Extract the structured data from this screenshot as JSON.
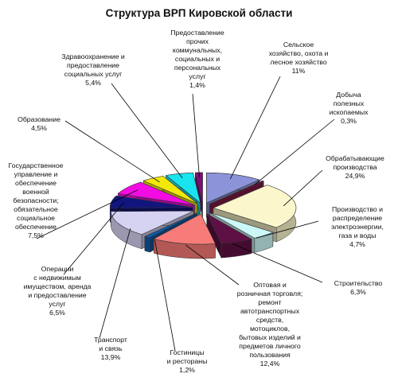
{
  "chart_data": {
    "type": "pie",
    "style": "3d-exploded",
    "title": "Структура ВРП Кировской области",
    "slices": [
      {
        "key": "agri",
        "label": "Сельское\nхозяйство, охота и\nлесное хозяйство",
        "value": 11.0,
        "value_text": "11%",
        "color": "#8c93d9"
      },
      {
        "key": "mining",
        "label": "Добыча\nполезных\nископаемых",
        "value": 0.3,
        "value_text": "0,3%",
        "color": "#8a1c4a"
      },
      {
        "key": "manuf",
        "label": "Обрабатывающие\nпроизводства",
        "value": 24.9,
        "value_text": "24,9%",
        "color": "#fbf6cc"
      },
      {
        "key": "energy",
        "label": "Производство и\nраспределение\nэлектроэнергии,\nгаза и воды",
        "value": 4.7,
        "value_text": "4,7%",
        "color": "#ccf7f7"
      },
      {
        "key": "constr",
        "label": "Строительство",
        "value": 6.3,
        "value_text": "6,3%",
        "color": "#5e1044"
      },
      {
        "key": "trade",
        "label": "Оптовая и\nрозничная торговля;\nремонт\nавтотранспортных\nсредств,\nмотоциклов,\nбытовых изделий и\nпредметов личного\nпользования",
        "value": 12.4,
        "value_text": "12,4%",
        "color": "#f77b78"
      },
      {
        "key": "hotels",
        "label": "Гостиницы\nи рестораны",
        "value": 1.2,
        "value_text": "1,2%",
        "color": "#0f5aa6"
      },
      {
        "key": "transport",
        "label": "Транспорт\nи связь",
        "value": 13.9,
        "value_text": "13,9%",
        "color": "#d6d2f2"
      },
      {
        "key": "realty",
        "label": "Операции\nс недвижимым\nимуществом, аренда\nи предоставление\nуслуг",
        "value": 6.5,
        "value_text": "6,5%",
        "color": "#11157e"
      },
      {
        "key": "gov",
        "label": "Государственное\nуправление и\nобеспечение\nвоенной\nбезопасности;\nобязательное\nсоциальное\nобеспечение",
        "value": 7.5,
        "value_text": "7,5%",
        "color": "#f20ce3"
      },
      {
        "key": "edu",
        "label": "Образование",
        "value": 4.5,
        "value_text": "4,5%",
        "color": "#f2e80a"
      },
      {
        "key": "health",
        "label": "Здравоохранение и\nпредоставление\nсоциальных услуг",
        "value": 5.4,
        "value_text": "5,4%",
        "color": "#18e4ef"
      },
      {
        "key": "other",
        "label": "Предоставление\nпрочих\nкоммунальных,\nсоциальных и\nперсональных\nуслуг",
        "value": 1.4,
        "value_text": "1,4%",
        "color": "#7c0f78"
      }
    ]
  }
}
